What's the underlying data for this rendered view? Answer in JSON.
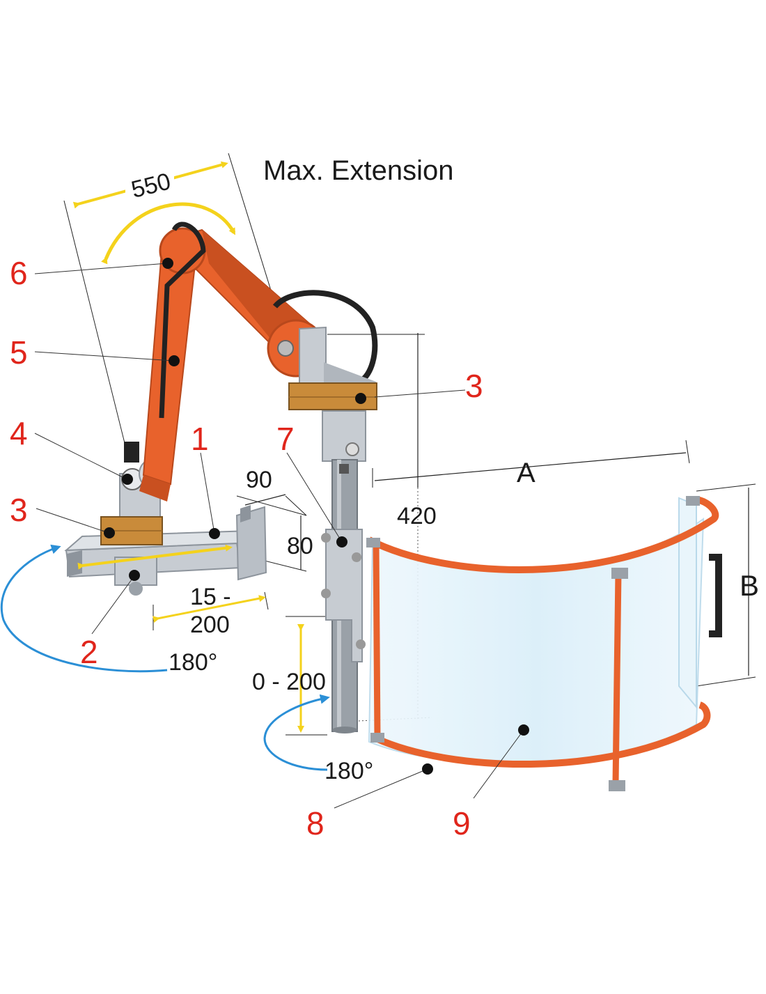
{
  "title": "Max. Extension",
  "colors": {
    "arm": "#e8622c",
    "arm_dark": "#b8481c",
    "metal": "#c7ccd2",
    "metal_dark": "#8d949c",
    "brass": "#c98b3a",
    "dimension_arrow": "#f4d21c",
    "rotation_arrow": "#2b8fd6",
    "callout_text": "#e0251b",
    "guard_frame": "#e8622c",
    "guard_glass": "#dff1fb"
  },
  "callouts": [
    "1",
    "2",
    "3",
    "3",
    "4",
    "5",
    "6",
    "7",
    "8",
    "9"
  ],
  "dimensions": {
    "arm_extension": "550",
    "width_90": "90",
    "height_80": "80",
    "slide_top": "15 -",
    "slide_bottom": "200",
    "height_adjust": "0 - 200",
    "column_height": "420",
    "guard_a": "A",
    "guard_b": "B",
    "rotation_left": "180°",
    "rotation_right": "180°"
  },
  "icons": [
    "dimension-arrow-icon",
    "rotation-arrow-icon",
    "callout-dot-icon"
  ]
}
